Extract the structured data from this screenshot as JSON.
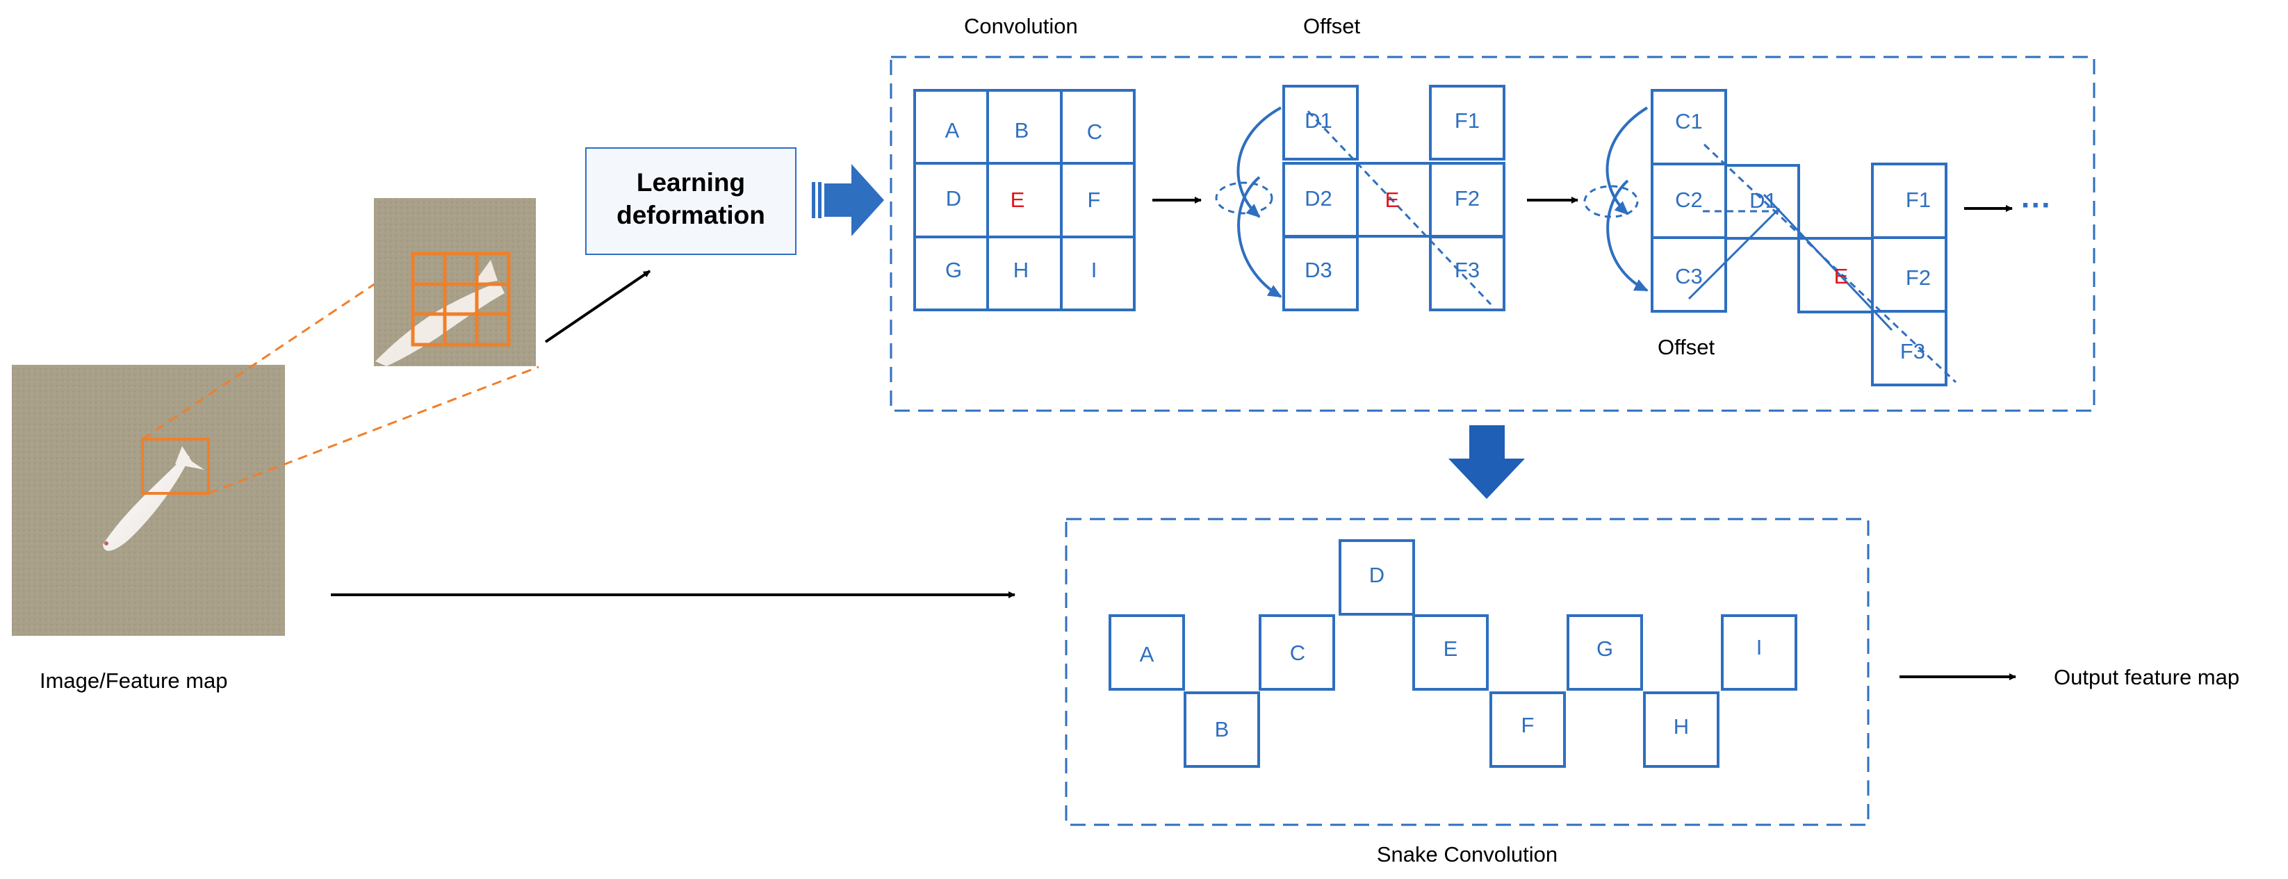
{
  "colors": {
    "blue": "#2E6FC0",
    "dark_blue": "#1F5FB5",
    "orange": "#F07F2A",
    "red": "#E0141E",
    "water": "#A8A089",
    "ink": "#000000"
  },
  "labels": {
    "convolution": "Convolution",
    "offset_top": "Offset",
    "offset_mid": "Offset",
    "learning_line1": "Learning",
    "learning_line2": "deformation",
    "input_caption": "Image/Feature map",
    "snake_caption": "Snake Convolution",
    "output_caption": "Output feature map",
    "ellipsis": "···"
  },
  "conv_grid": [
    "A",
    "B",
    "C",
    "D",
    "E",
    "F",
    "G",
    "H",
    "I"
  ],
  "offset1": {
    "left": [
      "D1",
      "D2",
      "D3"
    ],
    "center": "E",
    "right": [
      "F1",
      "F2",
      "F3"
    ]
  },
  "offset2": {
    "left": [
      "C1",
      "C2",
      "C3"
    ],
    "mid": "D1",
    "center": "E",
    "right": [
      "F1",
      "F2",
      "F3"
    ]
  },
  "snake": [
    "A",
    "B",
    "C",
    "D",
    "E",
    "F",
    "G",
    "H",
    "I"
  ]
}
